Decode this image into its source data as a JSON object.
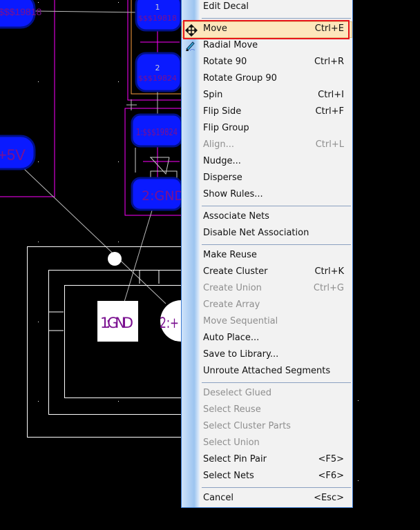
{
  "canvas": {
    "pads": [
      {
        "text": "$$$19818"
      },
      {
        "text": "1"
      },
      {
        "text": "$$$19818"
      },
      {
        "text": "2"
      },
      {
        "text": "$$$19824"
      },
      {
        "text": "+5V"
      },
      {
        "text": "1:$$$19824"
      },
      {
        "text": "2:GND"
      },
      {
        "text": "1:GND"
      },
      {
        "text": "2:+"
      }
    ]
  },
  "menu": {
    "items": [
      {
        "label": "Edit Decal",
        "shortcut": "",
        "disabled": false
      },
      {
        "label": "Move",
        "shortcut": "Ctrl+E",
        "disabled": false,
        "highlighted": true,
        "icon": "move-arrows-icon"
      },
      {
        "label": "Radial Move",
        "shortcut": "",
        "disabled": false,
        "icon": "radial-move-icon"
      },
      {
        "label": "Rotate 90",
        "shortcut": "Ctrl+R",
        "disabled": false
      },
      {
        "label": "Rotate Group 90",
        "shortcut": "",
        "disabled": false
      },
      {
        "label": "Spin",
        "shortcut": "Ctrl+I",
        "disabled": false
      },
      {
        "label": "Flip Side",
        "shortcut": "Ctrl+F",
        "disabled": false
      },
      {
        "label": "Flip Group",
        "shortcut": "",
        "disabled": false
      },
      {
        "label": "Align...",
        "shortcut": "Ctrl+L",
        "disabled": true
      },
      {
        "label": "Nudge...",
        "shortcut": "",
        "disabled": false
      },
      {
        "label": "Disperse",
        "shortcut": "",
        "disabled": false
      },
      {
        "label": "Show Rules...",
        "shortcut": "",
        "disabled": false
      },
      {
        "label": "Associate Nets",
        "shortcut": "",
        "disabled": false
      },
      {
        "label": "Disable Net Association",
        "shortcut": "",
        "disabled": false
      },
      {
        "label": "Make Reuse",
        "shortcut": "",
        "disabled": false
      },
      {
        "label": "Create Cluster",
        "shortcut": "Ctrl+K",
        "disabled": false
      },
      {
        "label": "Create Union",
        "shortcut": "Ctrl+G",
        "disabled": true
      },
      {
        "label": "Create Array",
        "shortcut": "",
        "disabled": true
      },
      {
        "label": "Move Sequential",
        "shortcut": "",
        "disabled": true
      },
      {
        "label": "Auto Place...",
        "shortcut": "",
        "disabled": false
      },
      {
        "label": "Save to Library...",
        "shortcut": "",
        "disabled": false
      },
      {
        "label": "Unroute Attached Segments",
        "shortcut": "",
        "disabled": false
      },
      {
        "label": "Deselect Glued",
        "shortcut": "",
        "disabled": true
      },
      {
        "label": "Select Reuse",
        "shortcut": "",
        "disabled": true
      },
      {
        "label": "Select Cluster Parts",
        "shortcut": "",
        "disabled": true
      },
      {
        "label": "Select Union",
        "shortcut": "",
        "disabled": true
      },
      {
        "label": "Select Pin Pair",
        "shortcut": "<F5>",
        "disabled": false
      },
      {
        "label": "Select Nets",
        "shortcut": "<F6>",
        "disabled": false
      },
      {
        "label": "Cancel",
        "shortcut": "<Esc>",
        "disabled": false
      }
    ],
    "separators_after": [
      0,
      11,
      13,
      21,
      27
    ]
  },
  "colors": {
    "pad": "#0a1aff",
    "pad_border": "#00108a",
    "pad_text": "#7a1090",
    "outline": "#ff00ff",
    "silk": "#ffffff",
    "highlight": "#fde6bc",
    "highlight_box": "#e8141a"
  }
}
